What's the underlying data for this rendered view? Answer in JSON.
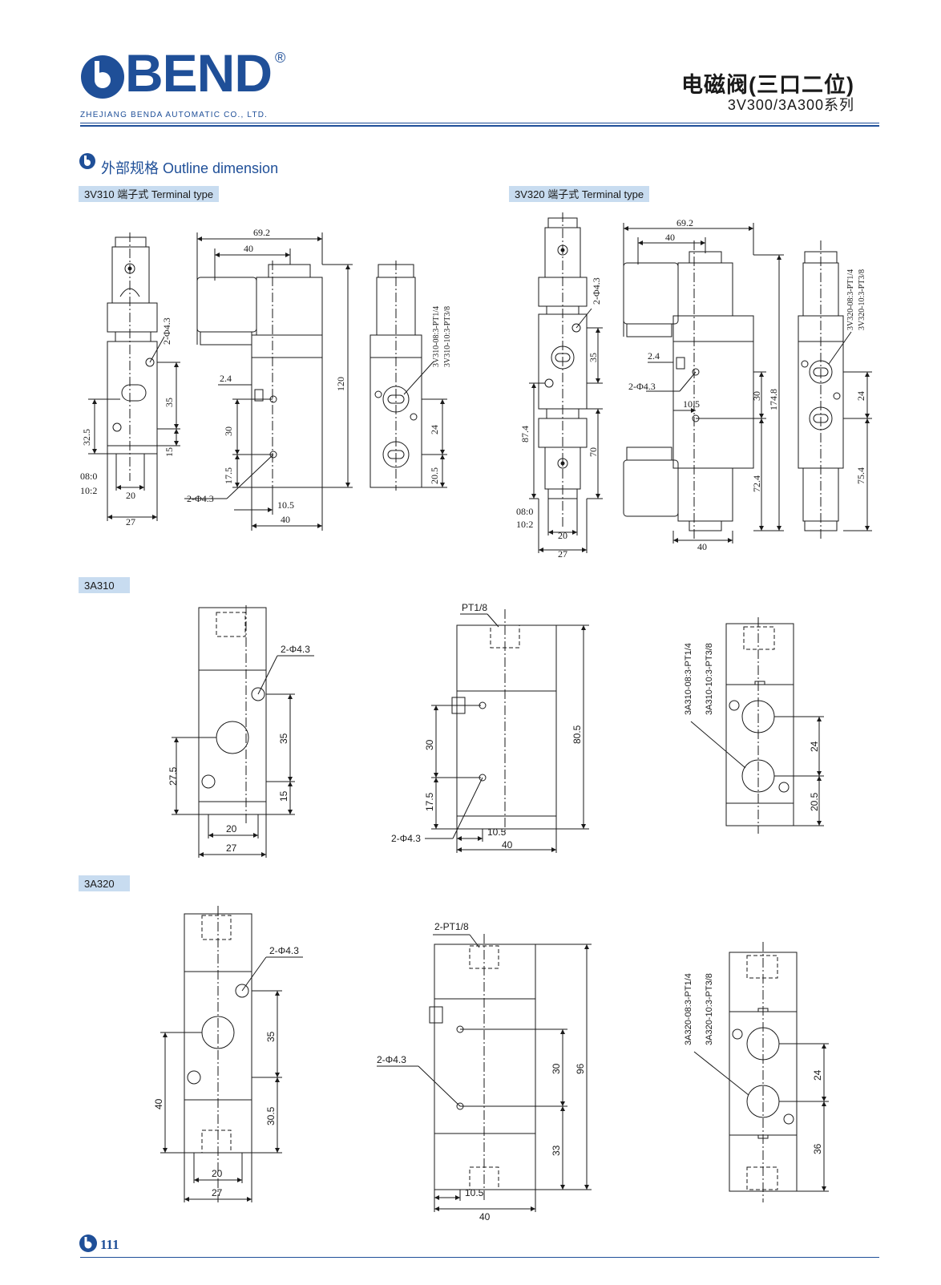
{
  "header": {
    "logo_text": "BEND",
    "registered_mark": "®",
    "company": "ZHEJIANG BENDA AUTOMATIC CO., LTD.",
    "title_cn": "电磁阀(三口二位)",
    "title_series": "3V300/3A300系列"
  },
  "section": {
    "title": "外部规格 Outline dimension"
  },
  "tags": {
    "v310": "3V310 端子式 Terminal type",
    "v320": "3V320 端子式 Terminal type",
    "a310": "3A310",
    "a320": "3A320"
  },
  "v310": {
    "dims": {
      "hole": "2-Φ4.3",
      "d35": "35",
      "d32_5": "32.5",
      "d15": "15",
      "d20": "20",
      "d27": "27",
      "d08": "08:0",
      "d10": "10:2",
      "d69_2": "69.2",
      "d40top": "40",
      "d2_4": "2.4",
      "d30": "30",
      "d17_5": "17.5",
      "d10_5": "10.5",
      "d40": "40",
      "d120": "120",
      "hole2": "2-Φ4.3",
      "port1": "3V310-08:3-PT1/4",
      "port2": "3V310-10:3-PT3/8",
      "d24": "24",
      "d20_5": "20.5"
    }
  },
  "v320": {
    "dims": {
      "hole": "2-Φ4.3",
      "d35": "35",
      "d87_4": "87.4",
      "d70": "70",
      "d20": "20",
      "d27": "27",
      "d08": "08:0",
      "d10": "10:2",
      "d69_2": "69.2",
      "d40top": "40",
      "d2_4": "2.4",
      "hole2": "2-Φ4.3",
      "d10_5": "10.5",
      "d30": "30",
      "d174_8": "174.8",
      "d72_4": "72.4",
      "d40": "40",
      "port1": "3V320-08:3-PT1/4",
      "port2": "3V320-10:3-PT3/8",
      "d24": "24",
      "d75_4": "75.4"
    }
  },
  "a310": {
    "dims": {
      "hole": "2-Φ4.3",
      "d35": "35",
      "d27_5": "27.5",
      "d15": "15",
      "d20": "20",
      "d27": "27",
      "pt": "PT1/8",
      "d30": "30",
      "d17_5": "17.5",
      "d80_5": "80.5",
      "hole2": "2-Φ4.3",
      "d10_5": "10.5",
      "d40": "40",
      "port1": "3A310-08:3-PT1/4",
      "port2": "3A310-10:3-PT3/8",
      "d24": "24",
      "d20_5": "20.5"
    }
  },
  "a320": {
    "dims": {
      "hole": "2-Φ4.3",
      "d35": "35",
      "d40": "40",
      "d30_5": "30.5",
      "d20": "20",
      "d27": "27",
      "pt": "2-PT1/8",
      "hole2": "2-Φ4.3",
      "d30": "30",
      "d96": "96",
      "d33": "33",
      "d10_5": "10.5",
      "d40b": "40",
      "port1": "3A320-08:3-PT1/4",
      "port2": "3A320-10:3-PT3/8",
      "d24": "24",
      "d36": "36"
    }
  },
  "footer": {
    "page_number": "111"
  },
  "colors": {
    "brand": "#1f4f98",
    "tag_bg": "#c8dcf0",
    "line": "#1a1a1a"
  }
}
